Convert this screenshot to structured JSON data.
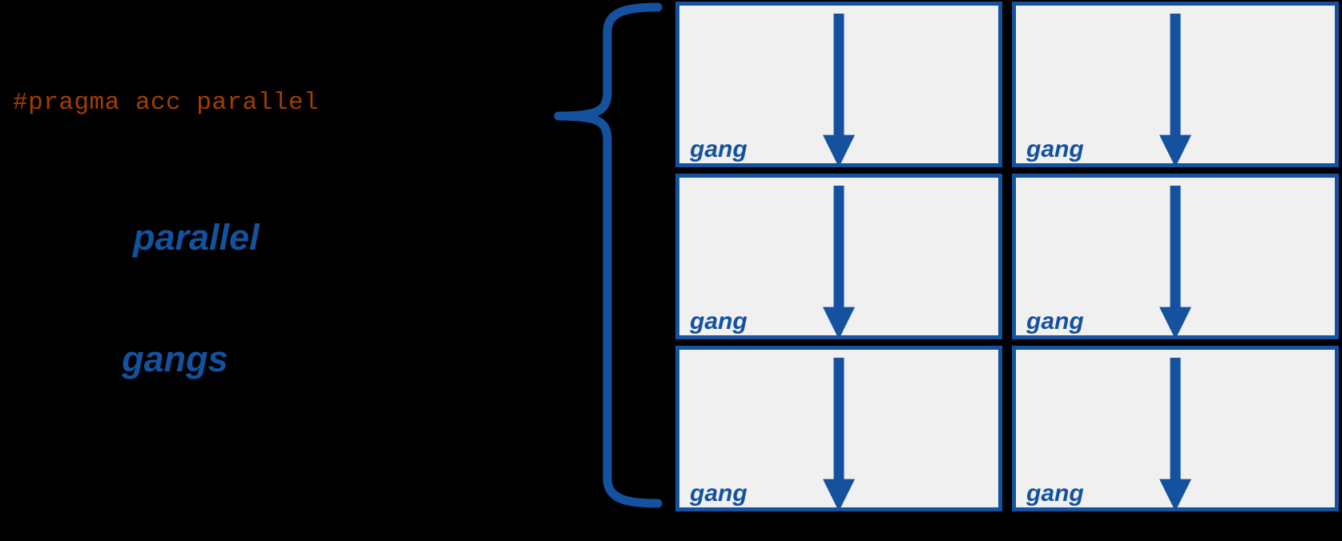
{
  "diagram": {
    "title": "OpenACC parallel gangs diagram",
    "background_color": "#000000",
    "accent_blue": "#14529f",
    "code_orange": "#a33d00",
    "box_fill": "#f0f0f0"
  },
  "code": {
    "pragma": "#pragma acc parallel"
  },
  "labels": {
    "parallel": "parallel",
    "gangs": "gangs"
  },
  "brace": {
    "name": "curly-brace",
    "orientation": "left-pointing",
    "color": "#14529f"
  },
  "grid": {
    "columns": 2,
    "rows": 3,
    "cells": [
      {
        "label": "gang",
        "arrow": "down-arrow"
      },
      {
        "label": "gang",
        "arrow": "down-arrow"
      },
      {
        "label": "gang",
        "arrow": "down-arrow"
      },
      {
        "label": "gang",
        "arrow": "down-arrow"
      },
      {
        "label": "gang",
        "arrow": "down-arrow"
      },
      {
        "label": "gang",
        "arrow": "down-arrow"
      }
    ]
  }
}
